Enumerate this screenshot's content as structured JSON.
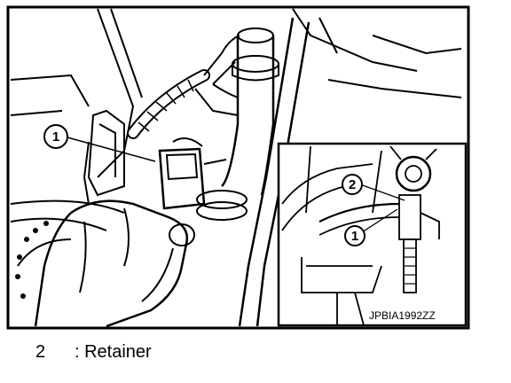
{
  "diagram": {
    "main_callout": "1",
    "inset_callout_1": "1",
    "inset_callout_2": "2",
    "figure_code": "JPBIA1992ZZ"
  },
  "legend": {
    "number": "2",
    "text": ": Retainer"
  }
}
